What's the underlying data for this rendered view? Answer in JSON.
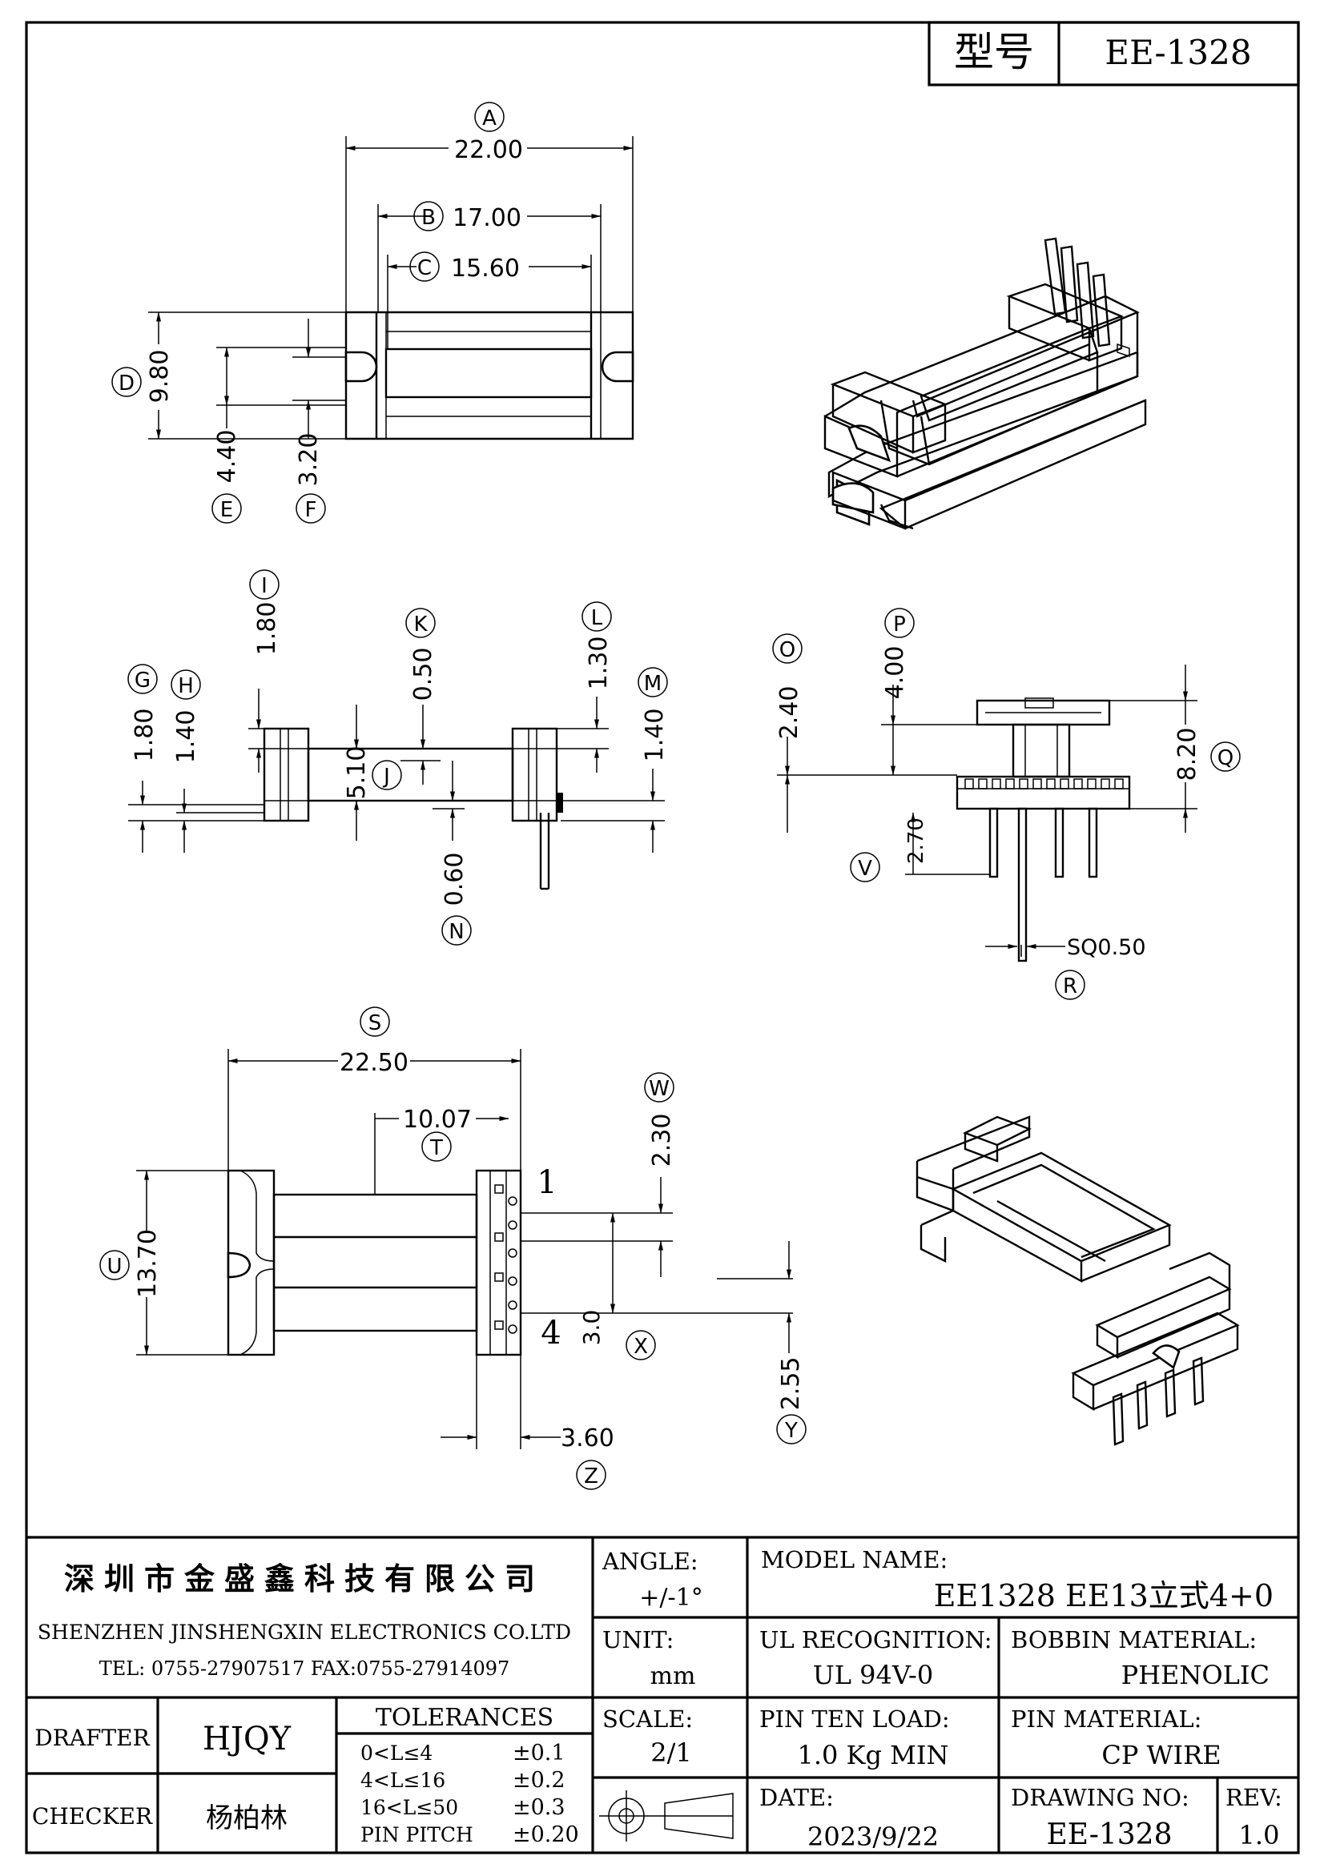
{
  "title_box": {
    "label": "型号",
    "model": "EE-1328"
  },
  "top_view": {
    "dims": [
      {
        "letter": "A",
        "value": "22.00"
      },
      {
        "letter": "B",
        "value": "17.00"
      },
      {
        "letter": "C",
        "value": "15.60"
      },
      {
        "letter": "D",
        "value": "9.80"
      },
      {
        "letter": "E",
        "value": "4.40"
      },
      {
        "letter": "F",
        "value": "3.20"
      }
    ]
  },
  "side_view": {
    "dims": [
      {
        "letter": "G",
        "value": "1.80"
      },
      {
        "letter": "H",
        "value": "1.40"
      },
      {
        "letter": "I",
        "value": "1.80"
      },
      {
        "letter": "J",
        "value": "5.10"
      },
      {
        "letter": "K",
        "value": "0.50"
      },
      {
        "letter": "L",
        "value": "1.30"
      },
      {
        "letter": "M",
        "value": "1.40"
      },
      {
        "letter": "N",
        "value": "0.60"
      }
    ]
  },
  "end_view": {
    "dims": [
      {
        "letter": "O",
        "value": "2.40"
      },
      {
        "letter": "P",
        "value": "4.00"
      },
      {
        "letter": "Q",
        "value": "8.20"
      },
      {
        "letter": "V",
        "value": "2.70"
      },
      {
        "letter": "R",
        "value": "SQ0.50"
      }
    ]
  },
  "bottom_view": {
    "dims": [
      {
        "letter": "S",
        "value": "22.50"
      },
      {
        "letter": "T",
        "value": "10.07"
      },
      {
        "letter": "U",
        "value": "13.70"
      },
      {
        "letter": "W",
        "value": "2.30"
      },
      {
        "letter": "X",
        "value": "3.0"
      },
      {
        "letter": "Y",
        "value": "2.55"
      },
      {
        "letter": "Z",
        "value": "3.60"
      }
    ],
    "pin_labels": [
      "1",
      "4"
    ]
  },
  "title_block": {
    "company_cn": "深圳市金盛鑫科技有限公司",
    "company_en": "SHENZHEN JINSHENGXIN ELECTRONICS CO.LTD",
    "contact": "TEL: 0755-27907517   FAX:0755-27914097",
    "angle_label": "ANGLE:",
    "angle_value": "+/-1°",
    "unit_label": "UNIT:",
    "unit_value": "mm",
    "scale_label": "SCALE:",
    "scale_value": "2/1",
    "model_name_label": "MODEL NAME:",
    "model_name_value": "EE1328 EE13立式4+0",
    "ul_label": "UL RECOGNITION:",
    "ul_value": "UL 94V-0",
    "bobbin_label": "BOBBIN MATERIAL:",
    "bobbin_value": "PHENOLIC",
    "pin_load_label": "PIN TEN LOAD:",
    "pin_load_value": "1.0 Kg MIN",
    "pin_material_label": "PIN MATERIAL:",
    "pin_material_value": "CP WIRE",
    "date_label": "DATE:",
    "date_value": "2023/9/22",
    "drawing_no_label": "DRAWING NO:",
    "drawing_no_value": "EE-1328",
    "rev_label": "REV:",
    "rev_value": "1.0",
    "drafter_label": "DRAFTER",
    "drafter_value": "HJQY",
    "checker_label": "CHECKER",
    "checker_value": "杨柏林",
    "tolerances_label": "TOLERANCES",
    "tolerances": [
      {
        "range": "0<L≤4",
        "value": "±0.1"
      },
      {
        "range": "4<L≤16",
        "value": "±0.2"
      },
      {
        "range": "16<L≤50",
        "value": "±0.3"
      },
      {
        "range": "PIN PITCH",
        "value": "±0.20"
      }
    ]
  }
}
